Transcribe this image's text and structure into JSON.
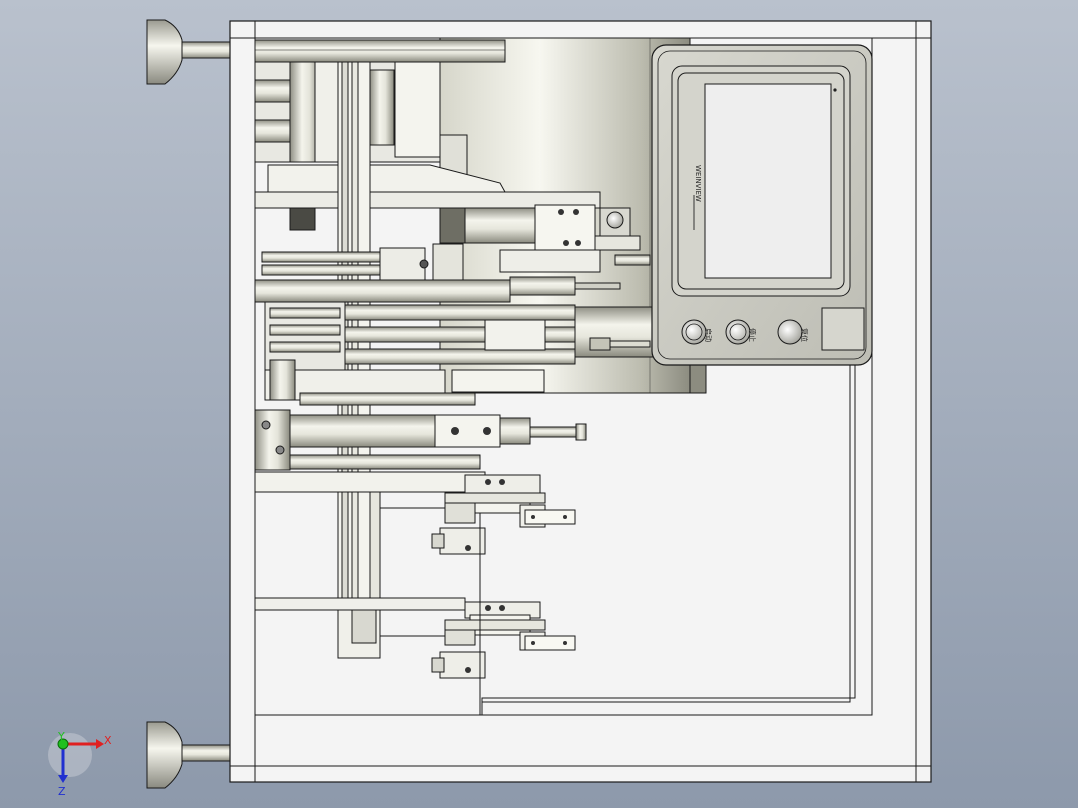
{
  "viewport": {
    "background_top": "#b9c1cd",
    "background_bottom": "#8d99ab"
  },
  "hmi_panel": {
    "buttons": [
      {
        "id": "start",
        "label": "启动"
      },
      {
        "id": "stop",
        "label": "停止"
      },
      {
        "id": "reset",
        "label": "复位"
      }
    ],
    "brand_text": "WEINVIEW"
  },
  "triad": {
    "x_label": "X",
    "y_label": "Y",
    "z_label": "Z",
    "x_color": "#e02020",
    "y_color": "#20c020",
    "z_color": "#2030d0"
  },
  "colors": {
    "frame_fill": "#f4f4f4",
    "outline": "#1a1a1a",
    "cylinder_dark": "#9a9a8e",
    "cylinder_light": "#f2f2ea",
    "screen_fill": "#eeeeee"
  }
}
